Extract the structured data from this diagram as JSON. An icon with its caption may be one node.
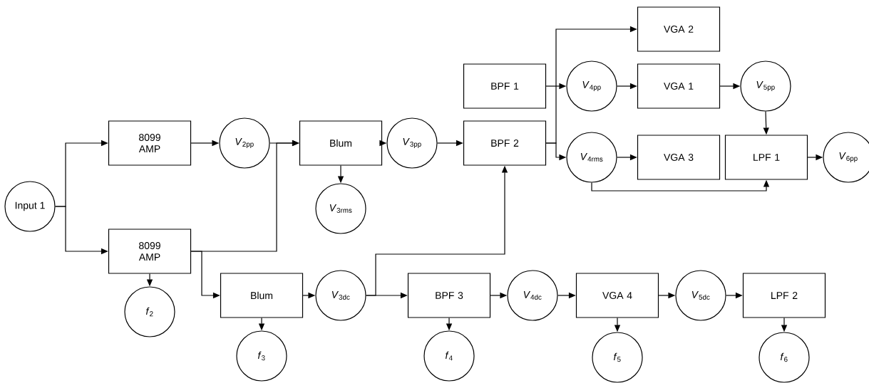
{
  "diagram": {
    "nodes": [
      {
        "text": [
          "Input 1"
        ]
      },
      {
        "text": [
          "8099 AMP"
        ]
      },
      {
        "text": [
          "8099 AMP"
        ]
      },
      {
        "text": [
          "*V*$_{2pp}$"
        ]
      },
      {
        "text": [
          "Blum"
        ]
      },
      {
        "text": [
          "*V*$_{3rms}$"
        ]
      },
      {
        "text": [
          "*V*$_{3pp}$"
        ]
      },
      {
        "text": [
          "BPF 1"
        ]
      },
      {
        "text": [
          "BPF 2"
        ]
      },
      {
        "text": [
          "VGA 2"
        ]
      },
      {
        "text": [
          "*V*$_{4pp}$"
        ]
      },
      {
        "text": [
          "VGA 1"
        ]
      },
      {
        "text": [
          "*V*$_{5pp}$"
        ]
      },
      {
        "text": [
          "*V*$_{4rms}$"
        ]
      },
      {
        "text": [
          "VGA 3"
        ]
      },
      {
        "text": [
          "LPF 1"
        ]
      },
      {
        "text": [
          "*V*$_{6pp}$"
        ]
      },
      {
        "text": [
          "*f*$_{2}$"
        ]
      },
      {
        "text": [
          "Blum"
        ]
      },
      {
        "text": [
          "*V*$_{3dc}$"
        ]
      },
      {
        "text": [
          "BPF 3"
        ]
      },
      {
        "text": [
          "*V*$_{4dc}$"
        ]
      },
      {
        "text": [
          "VGA 4"
        ]
      },
      {
        "text": [
          "*V*$_{5dc}$"
        ]
      },
      {
        "text": [
          "LPF 2"
        ]
      },
      {
        "text": [
          "*f*$_{3}$"
        ]
      },
      {
        "text": [
          "*f*$_{4}$"
        ]
      },
      {
        "text": [
          "*f*$_{5}$"
        ]
      },
      {
        "text": [
          "*f*$_{6}$"
        ]
      }
    ],
    "edges": [
      {
        "from": 0,
        "to": 1,
        "arrow": "to"
      },
      {
        "from": 0,
        "to": 2,
        "arrow": "to"
      },
      {
        "from": 1,
        "to": 3,
        "arrow": "to"
      },
      {
        "from": 3,
        "to": 4,
        "arrow": "to"
      },
      {
        "from": 2,
        "to": 4,
        "arrow": "to"
      },
      {
        "from": 2,
        "to": 18,
        "arrow": "to"
      },
      {
        "from": 2,
        "to": 17,
        "arrow": "to"
      },
      {
        "from": 4,
        "to": 5,
        "arrow": "to"
      },
      {
        "from": 4,
        "to": 6,
        "arrow": "to"
      },
      {
        "from": 6,
        "to": 8,
        "arrow": "to"
      },
      {
        "from": 7,
        "to": 10,
        "arrow": "to"
      },
      {
        "from": 8,
        "to": 9,
        "arrow": "to"
      },
      {
        "from": 8,
        "to": 13,
        "arrow": "to"
      },
      {
        "from": 10,
        "to": 11,
        "arrow": "to"
      },
      {
        "from": 11,
        "to": 12,
        "arrow": "to"
      },
      {
        "from": 12,
        "to": 15,
        "arrow": "to"
      },
      {
        "from": 13,
        "to": 14,
        "arrow": "to"
      },
      {
        "from": 13,
        "to": 15,
        "arrow": "to"
      },
      {
        "from": 15,
        "to": 16,
        "arrow": "to"
      },
      {
        "from": 18,
        "to": 19,
        "arrow": "to"
      },
      {
        "from": 18,
        "to": 25,
        "arrow": "to"
      },
      {
        "from": 19,
        "to": 20,
        "arrow": "to"
      },
      {
        "from": 19,
        "to": 8,
        "arrow": "to"
      },
      {
        "from": 20,
        "to": 21,
        "arrow": "to"
      },
      {
        "from": 20,
        "to": 26,
        "arrow": "to"
      },
      {
        "from": 21,
        "to": 22,
        "arrow": "to"
      },
      {
        "from": 22,
        "to": 27,
        "arrow": "to"
      },
      {
        "from": 22,
        "to": 23,
        "arrow": "to"
      },
      {
        "from": 23,
        "to": 24,
        "arrow": "to"
      },
      {
        "from": 24,
        "to": 28,
        "arrow": "to"
      }
    ]
  }
}
